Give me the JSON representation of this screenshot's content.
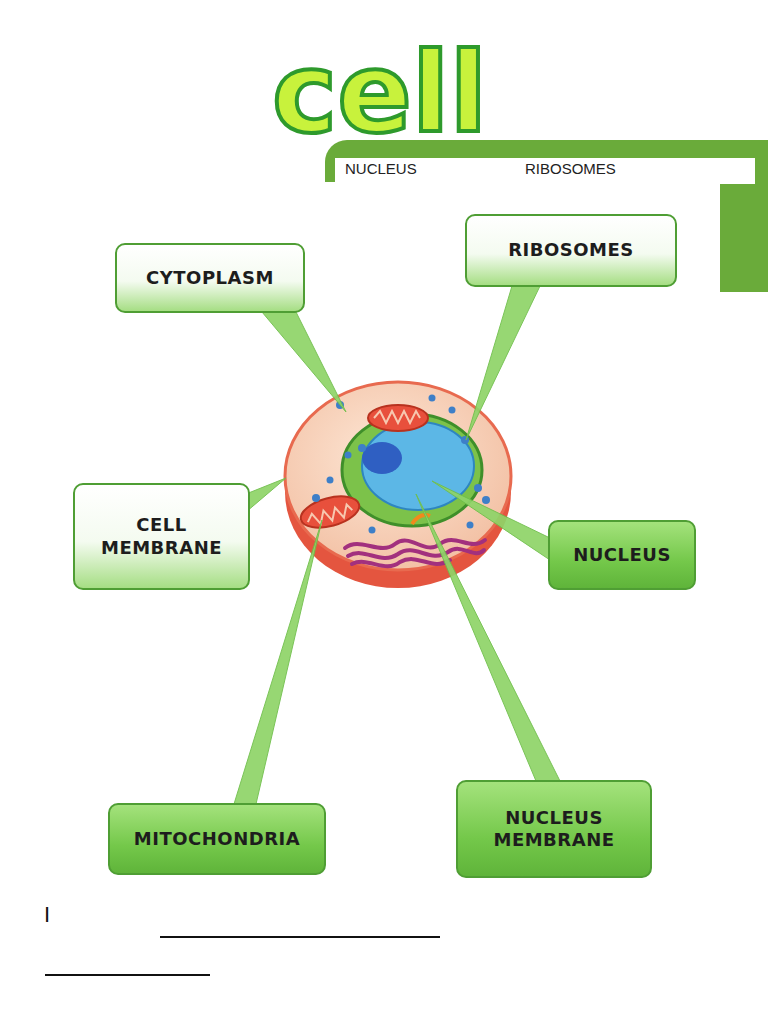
{
  "diagram": {
    "title": "cell",
    "nodes": [
      {
        "text": [
          "NUCLEUS",
          "RIBOSOMES"
        ]
      },
      {
        "text": [
          "CYTOPLASM"
        ]
      },
      {
        "text": [
          "RIBOSOMES"
        ]
      },
      {
        "text": [
          "CELL MEMBRANE"
        ]
      },
      {
        "text": [
          "NUCLEUS"
        ]
      },
      {
        "text": [
          "MITOCHONDRIA"
        ]
      },
      {
        "text": [
          "NUCLEUS MEMBRANE"
        ]
      }
    ],
    "labels": [
      "I"
    ]
  }
}
